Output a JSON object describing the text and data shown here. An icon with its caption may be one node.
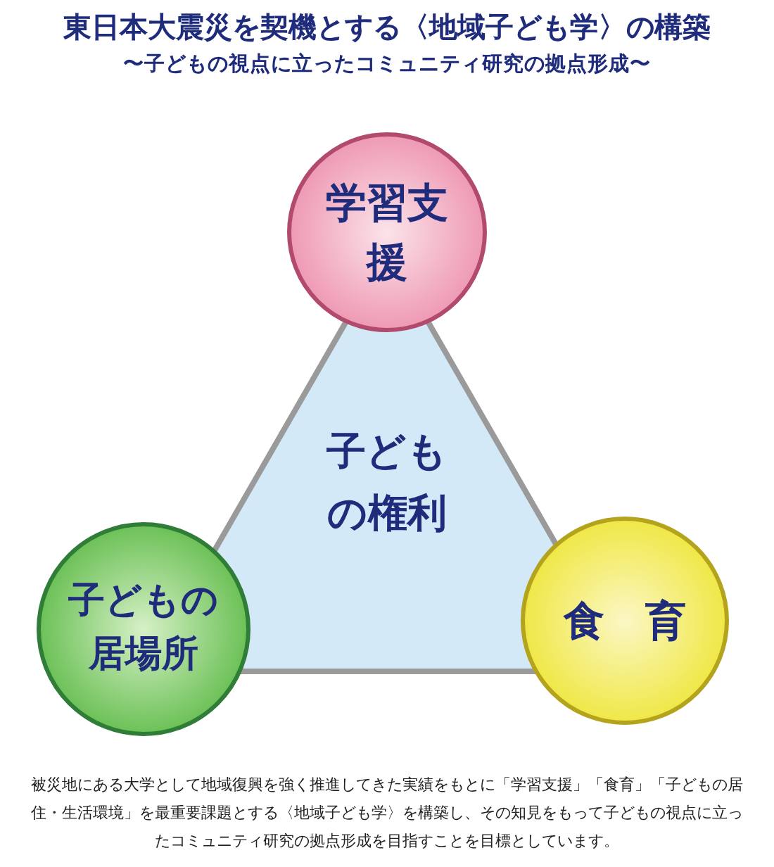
{
  "diagram": {
    "title": "東日本大震災を契機とする〈地域子ども学〉の構築",
    "nodes": [
      {
        "text": [
          "子どもの権利"
        ]
      },
      {
        "text": [
          "学習支援"
        ]
      },
      {
        "text": [
          "子どもの居場所"
        ]
      },
      {
        "text": [
          "食　育"
        ]
      }
    ],
    "labels": [
      "〜子どもの視点に立ったコミュニティ研究の拠点形成〜"
    ],
    "caption": "被災地にある大学として地域復興を強く推進してきた実績をもとに「学習支援」「食育」「子どもの居住・生活環境」を最重要課題とする〈地域子ども学〉を構築し、その知見をもって子どもの視点に立ったコミュニティ研究の拠点形成を目指すことを目標としています。"
  }
}
